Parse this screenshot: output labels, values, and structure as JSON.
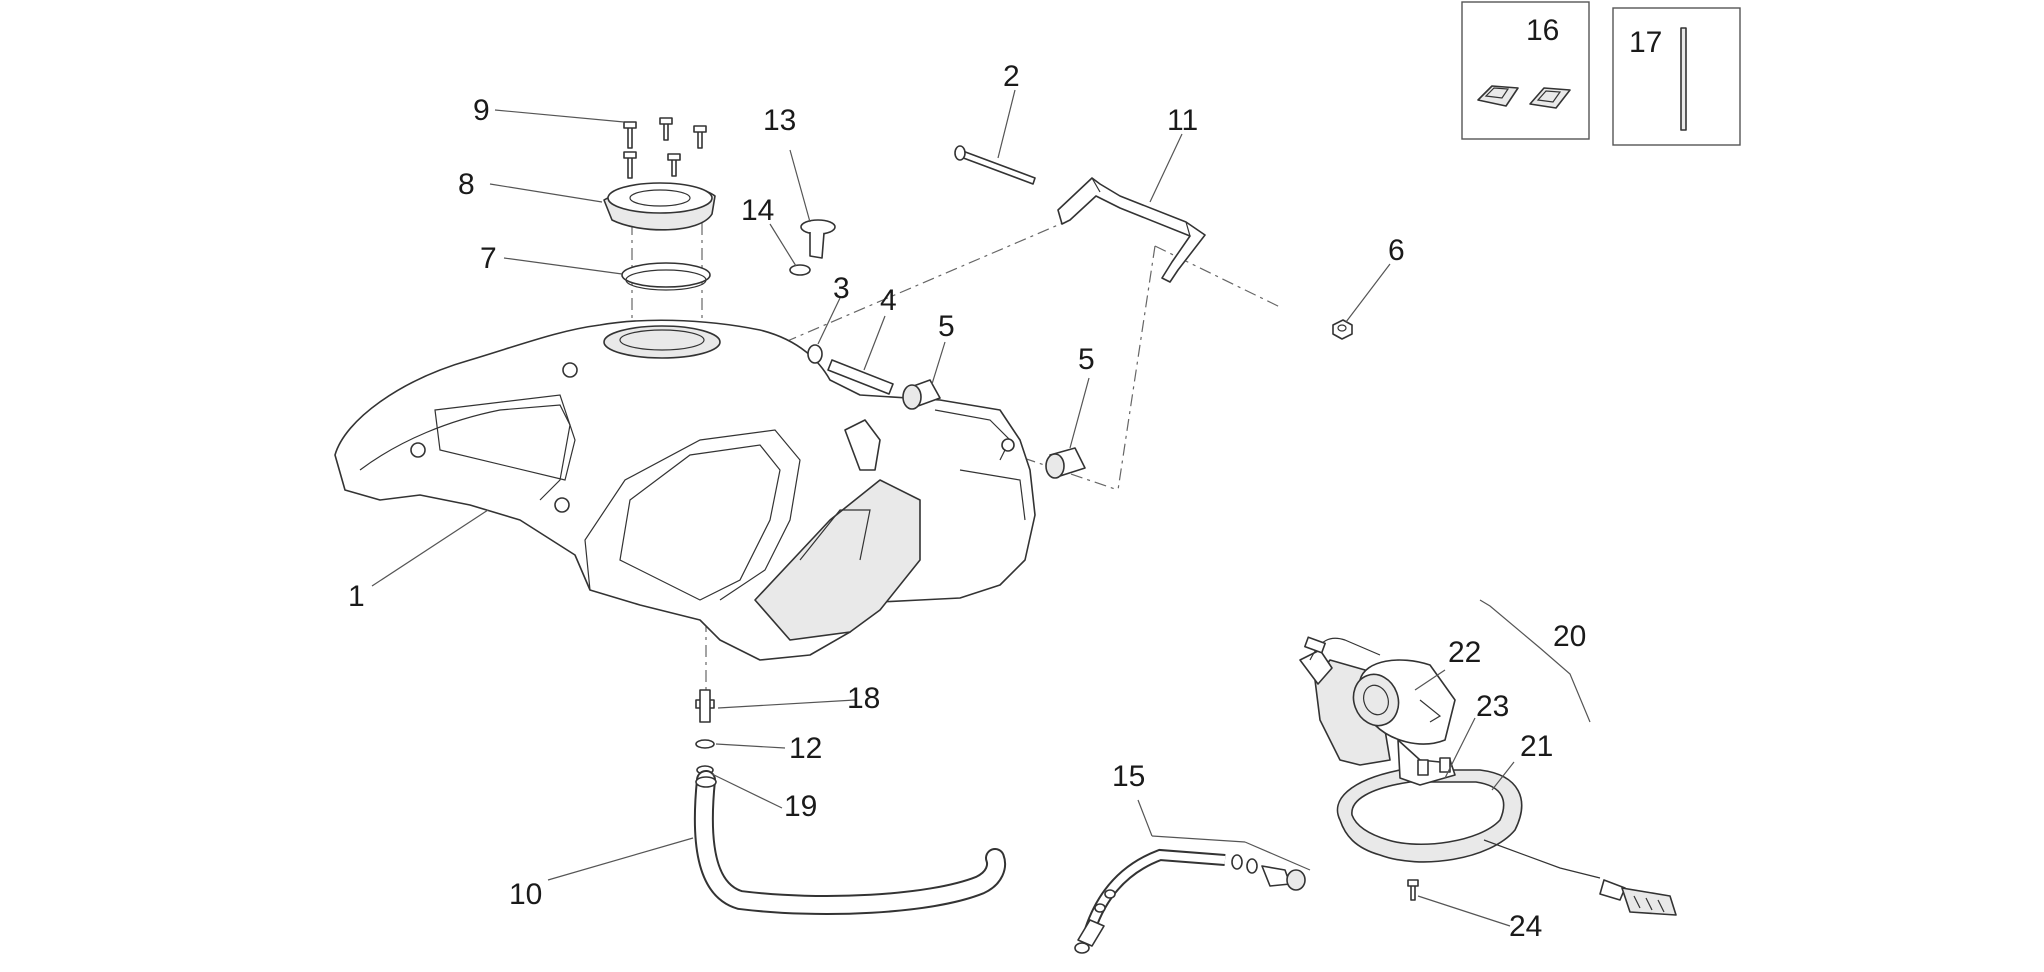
{
  "diagram": {
    "callouts": [
      "1",
      "2",
      "3",
      "4",
      "5",
      "5",
      "6",
      "7",
      "8",
      "9",
      "10",
      "11",
      "12",
      "13",
      "14",
      "15",
      "16",
      "17",
      "18",
      "19",
      "20",
      "21",
      "22",
      "23",
      "24"
    ]
  }
}
